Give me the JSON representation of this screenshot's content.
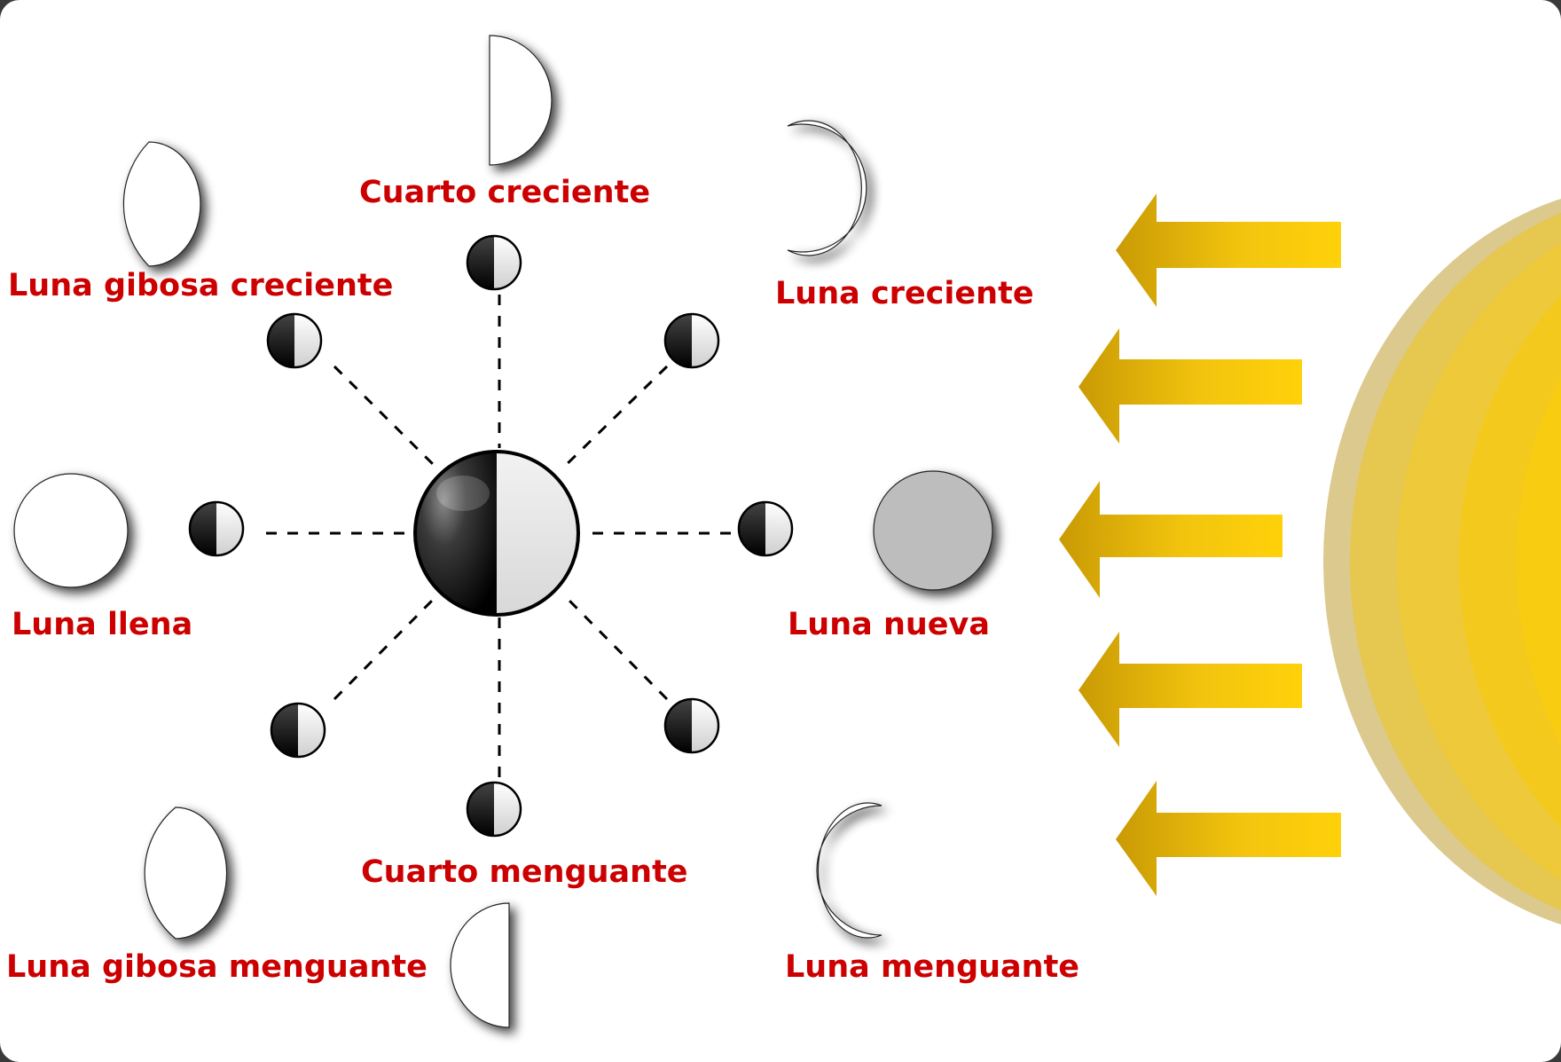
{
  "colors": {
    "label": "#cc0000",
    "sun": "#f6c812",
    "arrow_start": "#c99a04",
    "arrow_end": "#ffd10a",
    "moon_shadow": "#000000",
    "new_moon": "#bdbdbd"
  },
  "icons": {
    "earth": "earth-icon",
    "sun": "sun-icon",
    "sunlight": "arrow-left-icon",
    "moon": "moon-icon"
  },
  "labels": {
    "first_quarter": "Cuarto creciente",
    "waxing_gibbous": "Luna gibosa creciente",
    "waxing_crescent": "Luna creciente",
    "full_moon": "Luna llena",
    "new_moon": "Luna nueva",
    "last_quarter": "Cuarto menguante",
    "waning_gibbous": "Luna gibosa menguante",
    "waning_crescent": "Luna menguante"
  }
}
